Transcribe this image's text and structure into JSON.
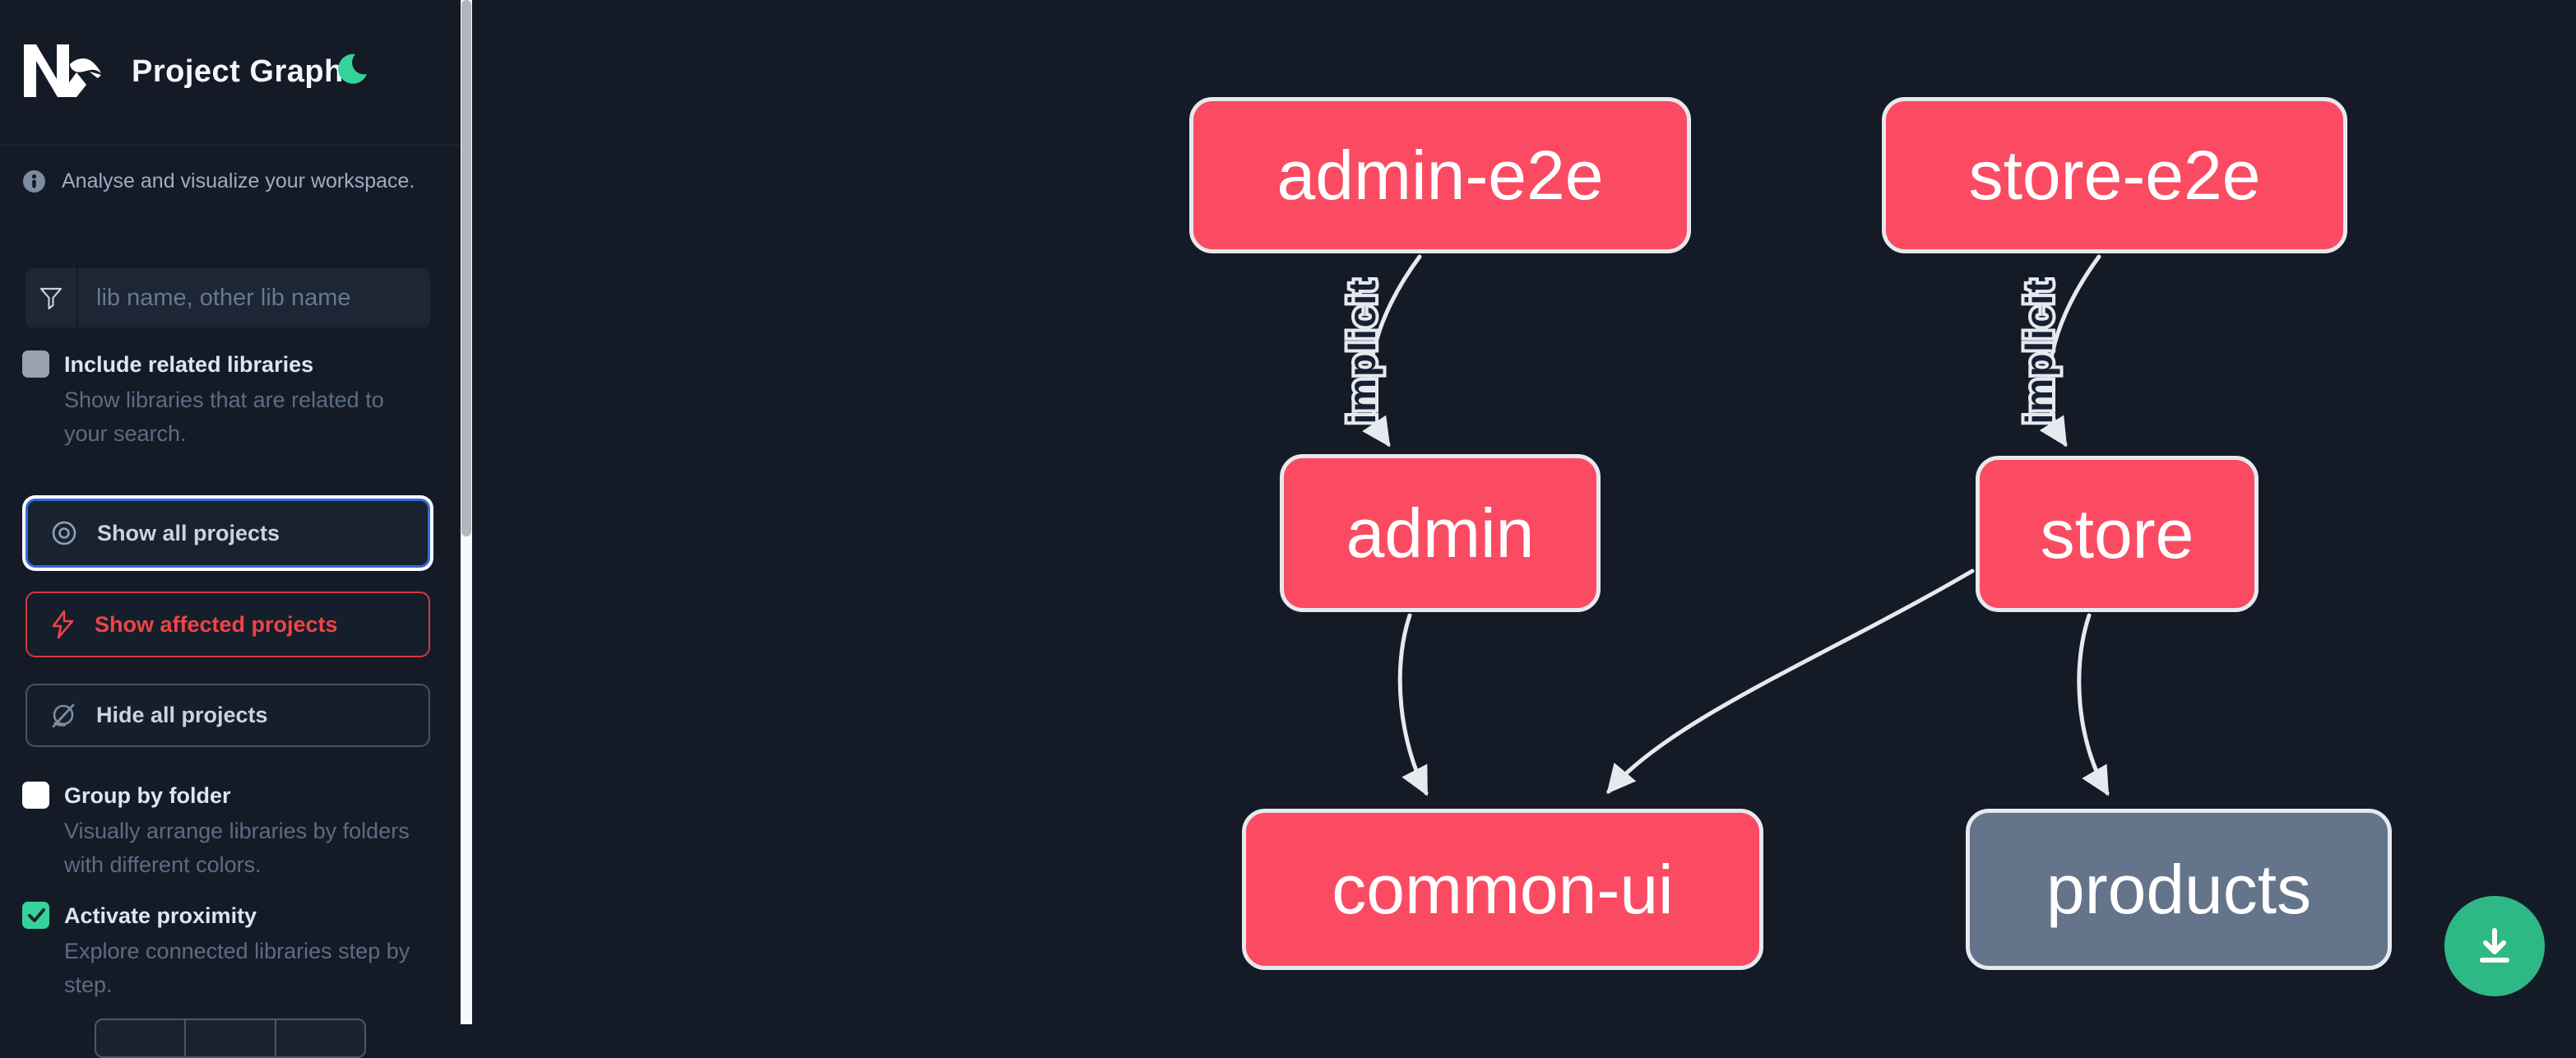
{
  "app": {
    "title": "Project Graph"
  },
  "colors": {
    "background": "#141b27",
    "node_pink": "#fb4b63",
    "node_gray": "#64748b",
    "node_border": "#e6e9ee",
    "edge": "#e6e9ee",
    "focus_blue": "#2f6bdf",
    "affected_red": "#ef4444",
    "check_green": "#34d399",
    "fab_green": "#2eb885"
  },
  "sidebar": {
    "tagline": "Analyse and visualize your workspace.",
    "search_placeholder": "lib name, other lib name",
    "toggles": [
      {
        "label": "Include related libraries",
        "description": "Show libraries that are related to your search.",
        "checked": false
      },
      {
        "label": "Group by folder",
        "description": "Visually arrange libraries by folders with different colors.",
        "checked": false
      },
      {
        "label": "Activate proximity",
        "description": "Explore connected libraries step by step.",
        "checked": true
      }
    ],
    "actions": [
      {
        "label": "Show all projects",
        "icon": "eye-icon",
        "state": "focused"
      },
      {
        "label": "Show affected projects",
        "icon": "bolt-icon",
        "state": "affected"
      },
      {
        "label": "Hide all projects",
        "icon": "eye-off-icon",
        "state": "default"
      }
    ]
  },
  "graph": {
    "nodes": [
      {
        "id": "admin-e2e",
        "label": "admin-e2e",
        "type": "app"
      },
      {
        "id": "store-e2e",
        "label": "store-e2e",
        "type": "app"
      },
      {
        "id": "admin",
        "label": "admin",
        "type": "app"
      },
      {
        "id": "store",
        "label": "store",
        "type": "app"
      },
      {
        "id": "common-ui",
        "label": "common-ui",
        "type": "lib"
      },
      {
        "id": "products",
        "label": "products",
        "type": "lib-unfocused"
      }
    ],
    "edges": [
      {
        "source": "admin-e2e",
        "target": "admin",
        "label": "implicit"
      },
      {
        "source": "store-e2e",
        "target": "store",
        "label": "implicit"
      },
      {
        "source": "admin",
        "target": "common-ui",
        "label": ""
      },
      {
        "source": "store",
        "target": "common-ui",
        "label": ""
      },
      {
        "source": "store",
        "target": "products",
        "label": ""
      }
    ]
  },
  "fab": {
    "action": "download-graph-image"
  }
}
